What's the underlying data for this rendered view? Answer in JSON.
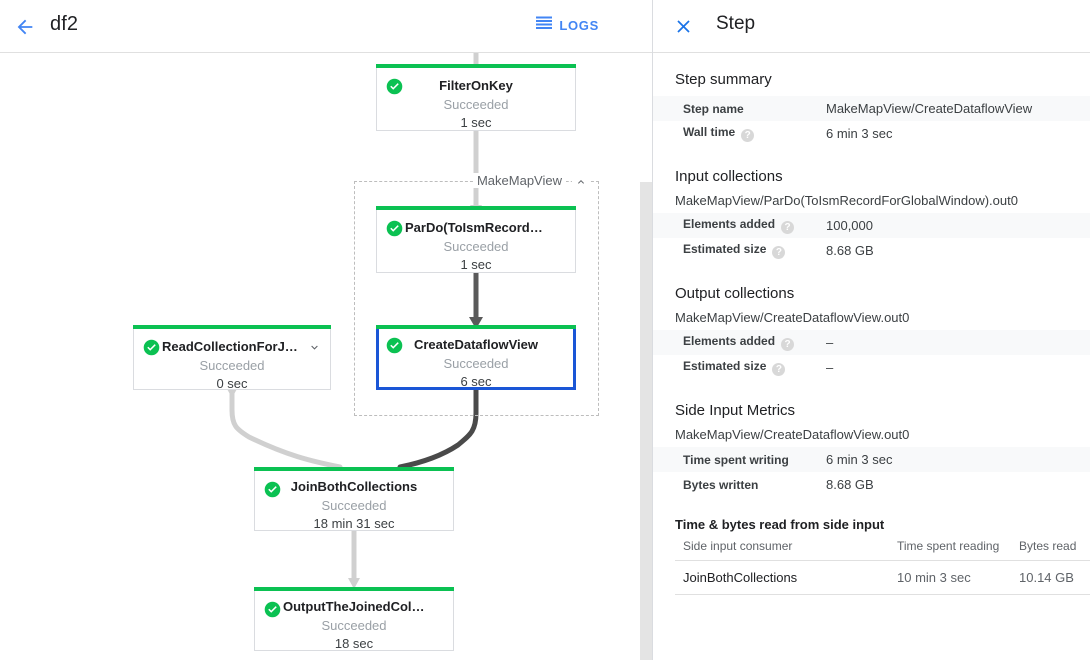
{
  "left": {
    "header": {
      "back_icon": "arrow-left-icon",
      "job_title": "df2",
      "logs_icon": "logs-lines-icon",
      "logs_label": "LOGS"
    },
    "group": {
      "label": "MakeMapView",
      "chevron_icon": "chevron-up-icon"
    },
    "nodes": [
      {
        "id": "filter-on-key",
        "name": "FilterOnKey",
        "status": "Succeeded",
        "time": "1 sec",
        "status_icon": "check-circle-icon",
        "selected": false,
        "chevron": null
      },
      {
        "id": "pardo-toismrecordfor",
        "name": "ParDo(ToIsmRecordFor…",
        "status": "Succeeded",
        "time": "1 sec",
        "status_icon": "check-circle-icon",
        "selected": false,
        "chevron": null
      },
      {
        "id": "create-dataflow-view",
        "name": "CreateDataflowView",
        "status": "Succeeded",
        "time": "6 sec",
        "status_icon": "check-circle-icon",
        "selected": true,
        "chevron": null
      },
      {
        "id": "read-collection-for-join",
        "name": "ReadCollectionForJoin",
        "status": "Succeeded",
        "time": "0 sec",
        "status_icon": "check-circle-icon",
        "selected": false,
        "chevron": "chevron-down-icon"
      },
      {
        "id": "join-both-collections",
        "name": "JoinBothCollections",
        "status": "Succeeded",
        "time": "18 min 31 sec",
        "status_icon": "check-circle-icon",
        "selected": false,
        "chevron": null
      },
      {
        "id": "output-the-joined-collec",
        "name": "OutputTheJoinedCollec…",
        "status": "Succeeded",
        "time": "18 sec",
        "status_icon": "check-circle-icon",
        "selected": false,
        "chevron": null
      }
    ]
  },
  "right": {
    "header": {
      "close_icon": "close-icon",
      "title": "Step"
    },
    "step_summary": {
      "title": "Step summary",
      "rows": [
        {
          "key": "Step name",
          "help": false,
          "value": "MakeMapView/CreateDataflowView"
        },
        {
          "key": "Wall time",
          "help": true,
          "value": "6 min 3 sec"
        }
      ]
    },
    "input_collections": {
      "title": "Input collections",
      "path": "MakeMapView/ParDo(ToIsmRecordForGlobalWindow).out0",
      "rows": [
        {
          "key": "Elements added",
          "help": true,
          "value": "100,000"
        },
        {
          "key": "Estimated size",
          "help": true,
          "value": "8.68 GB"
        }
      ]
    },
    "output_collections": {
      "title": "Output collections",
      "path": "MakeMapView/CreateDataflowView.out0",
      "rows": [
        {
          "key": "Elements added",
          "help": true,
          "value": "–"
        },
        {
          "key": "Estimated size",
          "help": true,
          "value": "–"
        }
      ]
    },
    "side_input_metrics": {
      "title": "Side Input Metrics",
      "path": "MakeMapView/CreateDataflowView.out0",
      "rows": [
        {
          "key": "Time spent writing",
          "help": false,
          "value": "6 min 3 sec"
        },
        {
          "key": "Bytes written",
          "help": false,
          "value": "8.68 GB"
        }
      ],
      "table": {
        "title": "Time & bytes read from side input",
        "headers": [
          "Side input consumer",
          "Time spent reading",
          "Bytes read"
        ],
        "rows": [
          [
            "JoinBothCollections",
            "10 min 3 sec",
            "10.14 GB"
          ]
        ]
      }
    }
  },
  "colors": {
    "accent_blue": "#4285f4",
    "selected_blue": "#1a56d6",
    "success_green": "#0bc152",
    "text_primary": "#202124",
    "text_secondary": "#5f6368",
    "muted": "#9aa0a6"
  }
}
